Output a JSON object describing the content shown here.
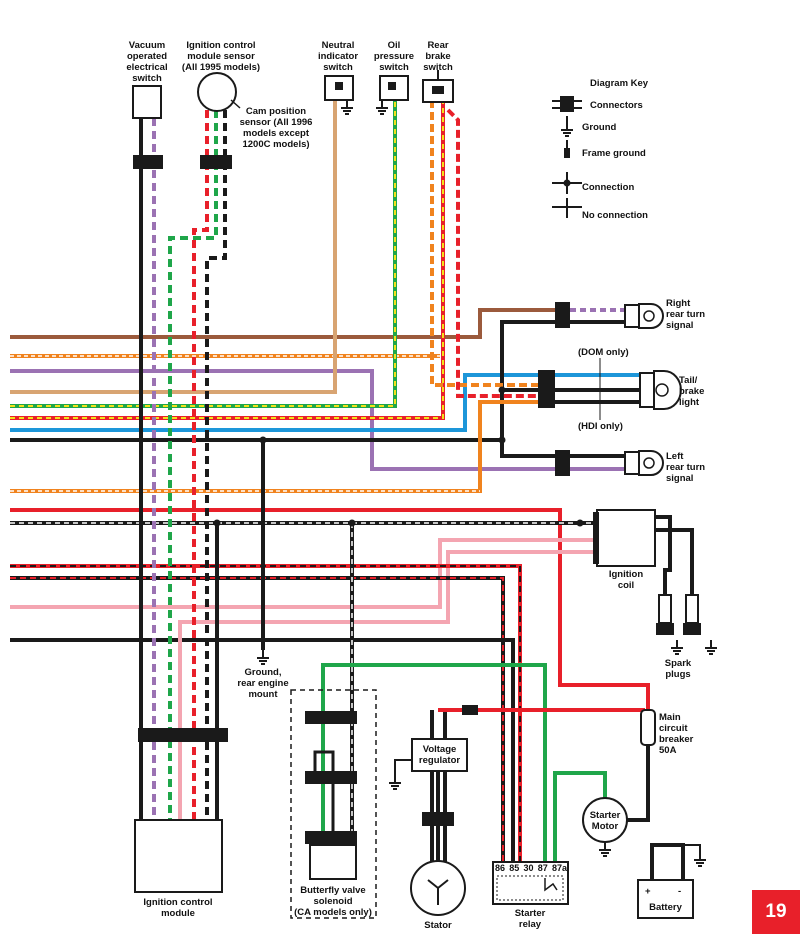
{
  "labels": {
    "vacuum_switch": "Vacuum\noperated\nelectrical\nswitch",
    "icm_sensor": "Ignition control\nmodule sensor\n(All 1995 models)",
    "cam_sensor": "Cam position\nsensor (All 1996\nmodels except\n1200C models)",
    "neutral_switch": "Neutral\nindicator\nswitch",
    "oil_switch": "Oil\npressure\nswitch",
    "rear_brake_switch": "Rear\nbrake\nswitch",
    "right_turn": "Right\nrear turn\nsignal",
    "dom_only": "(DOM only)",
    "hdi_only": "(HDI only)",
    "tail_brake": "Tail/\nbrake\nlight",
    "left_turn": "Left\nrear turn\nsignal",
    "ignition_coil": "Ignition\ncoil",
    "spark_plugs": "Spark\nplugs",
    "ground_mount": "Ground,\nrear engine\nmount",
    "main_breaker": "Main\ncircuit\nbreaker\n50A",
    "voltage_regulator": "Voltage\nregulator",
    "starter_motor": "Starter\nMotor",
    "butterfly": "Butterfly valve\nsolenoid\n(CA models only)",
    "stator": "Stator",
    "starter_relay": "Starter\nrelay",
    "battery": "Battery",
    "battery_plus": "+",
    "battery_minus": "-",
    "icm": "Ignition control\nmodule",
    "relay_pins": [
      "86",
      "85",
      "30",
      "87",
      "87a"
    ]
  },
  "key": {
    "title": "Diagram Key",
    "connectors": "Connectors",
    "ground": "Ground",
    "frame_ground": "Frame ground",
    "connection": "Connection",
    "no_connection": "No connection"
  },
  "page_number": "19",
  "colors": {
    "black": "#1a1a1a",
    "red": "#e8202a",
    "green": "#1fa64a",
    "yellow": "#f2e21b",
    "orange": "#f0831e",
    "purple": "#9b72b3",
    "tan": "#d8a472",
    "brown": "#9b5a3c",
    "blue": "#1d96d9",
    "pink": "#f4a5b1",
    "page_badge": "#e8202a"
  }
}
